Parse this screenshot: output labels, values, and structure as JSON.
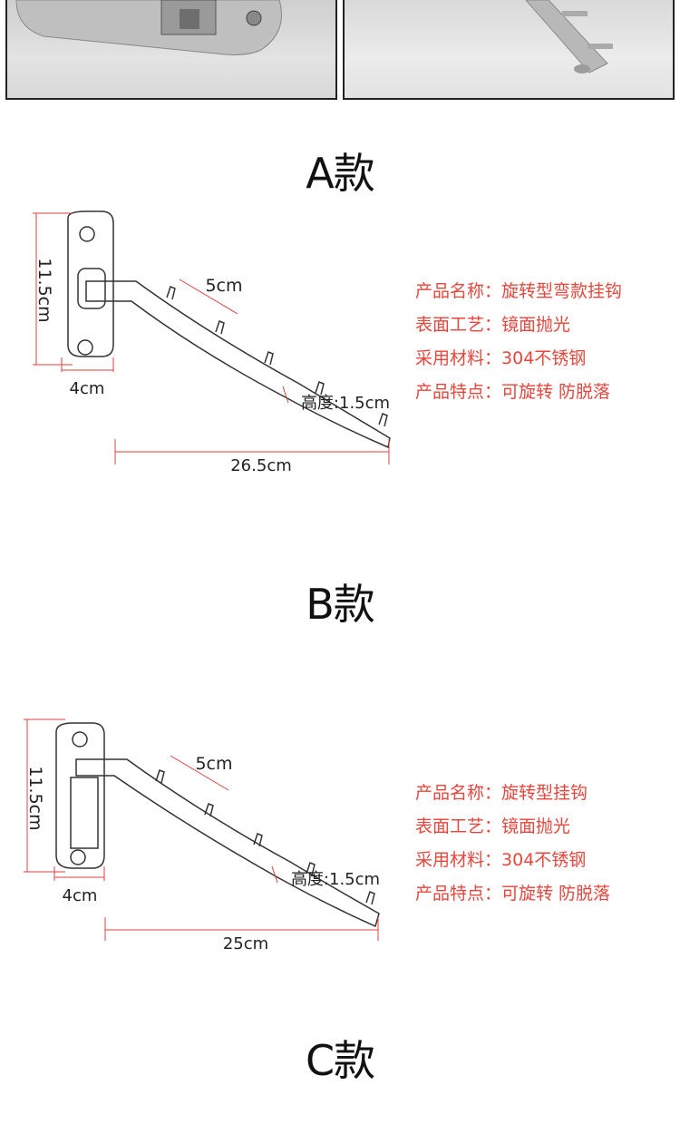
{
  "photos": [
    {
      "name": "product-photo-a-closeup"
    },
    {
      "name": "product-photo-rod-closeup"
    }
  ],
  "section_a": {
    "title": "A款",
    "dims": {
      "height": "11.5cm",
      "width": "4cm",
      "spacing": "5cm",
      "hook_height": "高度:1.5cm",
      "length": "26.5cm"
    },
    "specs": [
      {
        "label": "产品名称：",
        "value": "旋转型弯款挂钩"
      },
      {
        "label": "表面工艺：",
        "value": "镜面抛光"
      },
      {
        "label": "采用材料：",
        "value": "304不锈钢"
      },
      {
        "label": "产品特点：",
        "value": "可旋转  防脱落"
      }
    ]
  },
  "section_b": {
    "title": "B款",
    "dims": {
      "height": "11.5cm",
      "width": "4cm",
      "spacing": "5cm",
      "hook_height": "高度:1.5cm",
      "length": "25cm"
    },
    "specs": [
      {
        "label": "产品名称：",
        "value": "旋转型挂钩"
      },
      {
        "label": "表面工艺：",
        "value": "镜面抛光"
      },
      {
        "label": "采用材料：",
        "value": "304不锈钢"
      },
      {
        "label": "产品特点：",
        "value": "可旋转  防脱落"
      }
    ]
  },
  "section_c": {
    "title": "C款"
  },
  "colors": {
    "spec_text": "#e8463c",
    "dimension_line": "#e03c3c",
    "outline": "#333333"
  }
}
